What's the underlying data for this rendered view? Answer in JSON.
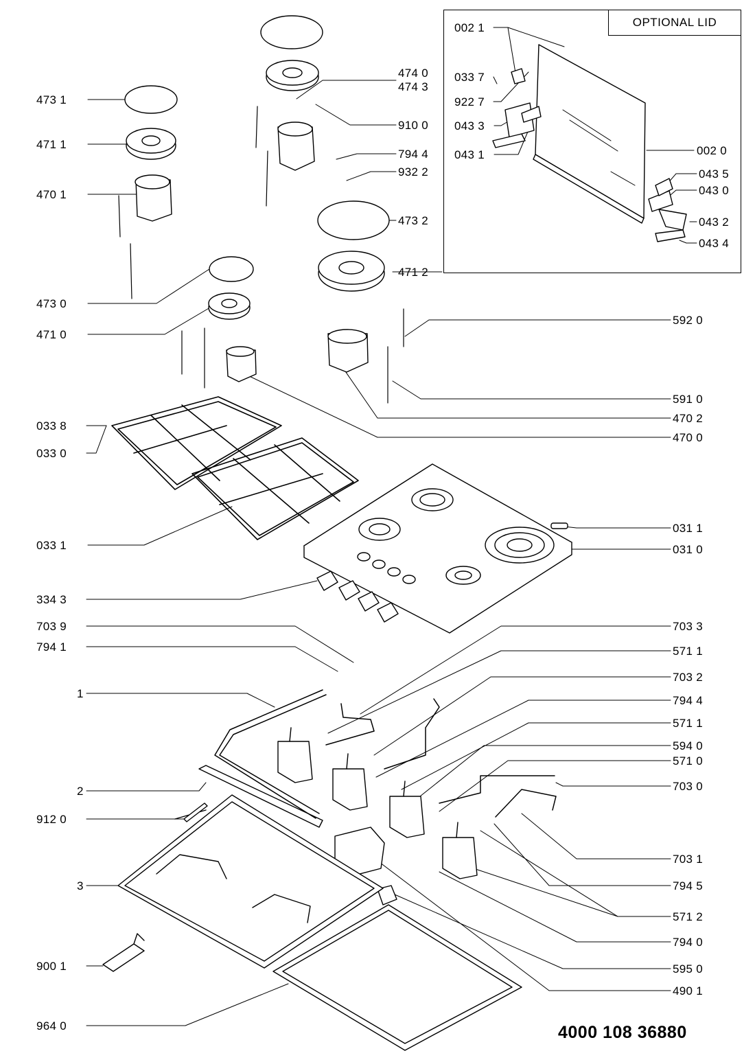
{
  "lid": {
    "title": "OPTIONAL LID"
  },
  "code": "4000 108 36880",
  "left_labels": [
    "473 1",
    "471 1",
    "470 1",
    "473 0",
    "471 0",
    "033 8",
    "033 0",
    "033 1",
    "334 3",
    "703 9",
    "794 1",
    "1",
    "2",
    "912 0",
    "3",
    "900 1",
    "964 0"
  ],
  "right_labels": [
    "474 0",
    "474 3",
    "910 0",
    "794 4",
    "932 2",
    "473 2",
    "471 2",
    "592 0",
    "591 0",
    "470 2",
    "470 0",
    "031 1",
    "031 0",
    "703 3",
    "571 1",
    "703 2",
    "794 4",
    "571 1",
    "594 0",
    "703 0",
    "571 0",
    "703 1",
    "794 5",
    "571 2",
    "794 0",
    "595 0",
    "490 1"
  ],
  "lid_labels": [
    "002 1",
    "033 7",
    "922 7",
    "043 3",
    "043 1",
    "002 0",
    "043 5",
    "043 0",
    "043 2",
    "043 4"
  ]
}
